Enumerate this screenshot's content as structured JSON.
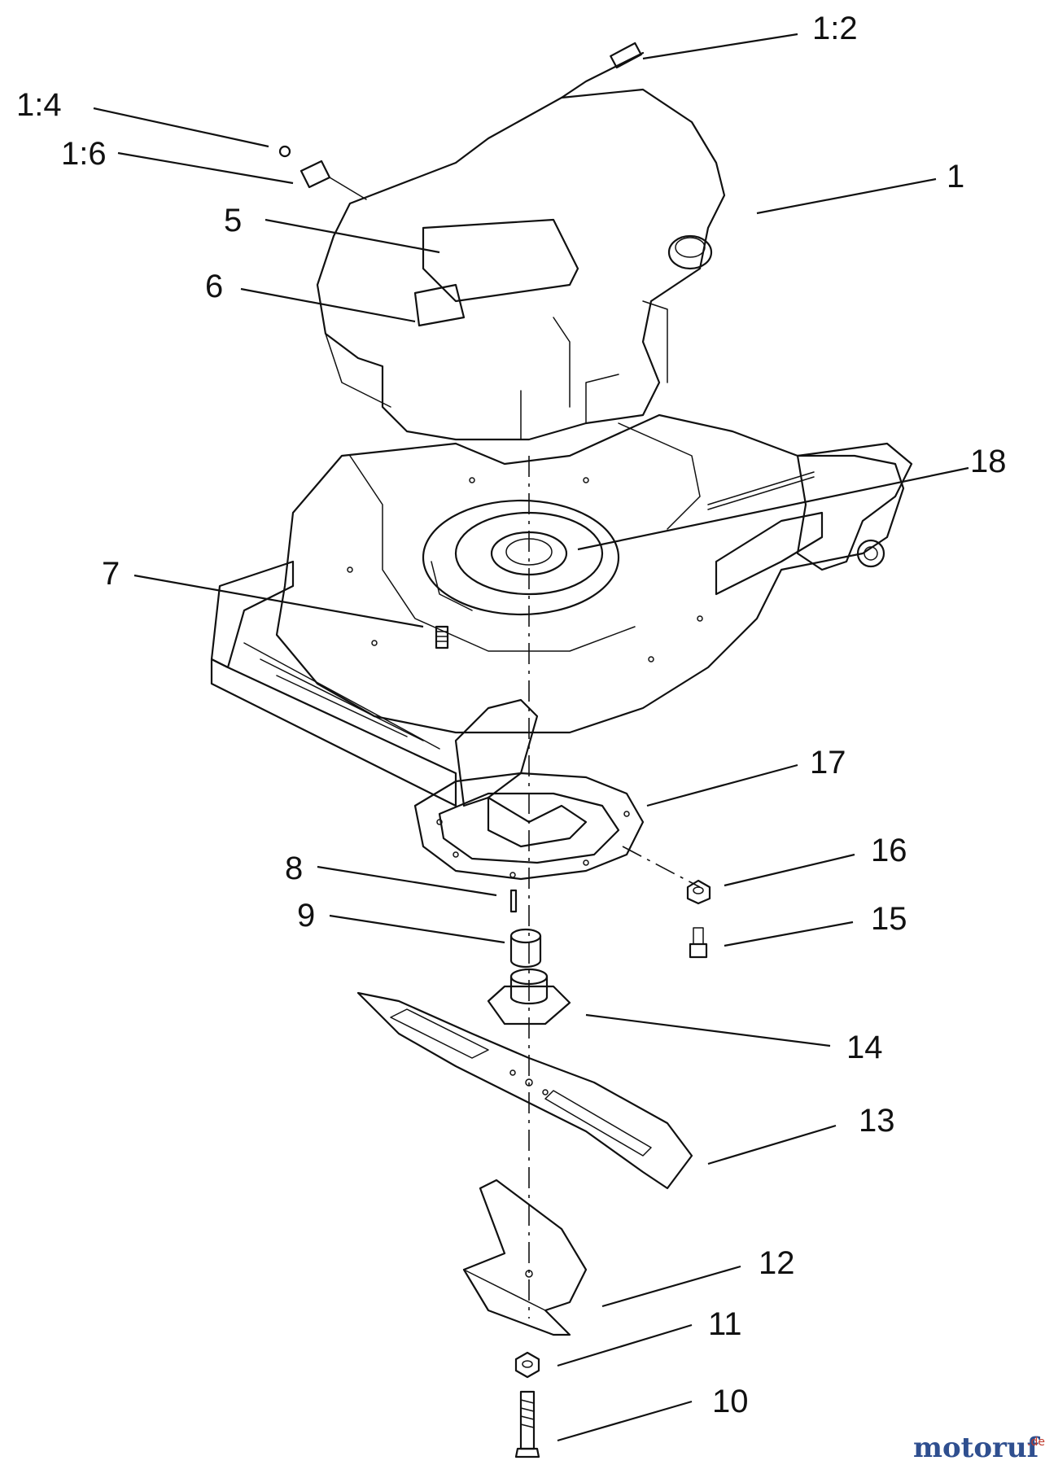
{
  "callouts": [
    {
      "id": "c-1-2",
      "label": "1:2"
    },
    {
      "id": "c-1-4",
      "label": "1:4"
    },
    {
      "id": "c-1-6",
      "label": "1:6"
    },
    {
      "id": "c-1",
      "label": "1"
    },
    {
      "id": "c-5",
      "label": "5"
    },
    {
      "id": "c-6",
      "label": "6"
    },
    {
      "id": "c-18",
      "label": "18"
    },
    {
      "id": "c-7",
      "label": "7"
    },
    {
      "id": "c-17",
      "label": "17"
    },
    {
      "id": "c-8",
      "label": "8"
    },
    {
      "id": "c-16",
      "label": "16"
    },
    {
      "id": "c-9",
      "label": "9"
    },
    {
      "id": "c-15",
      "label": "15"
    },
    {
      "id": "c-14",
      "label": "14"
    },
    {
      "id": "c-13",
      "label": "13"
    },
    {
      "id": "c-12",
      "label": "12"
    },
    {
      "id": "c-11",
      "label": "11"
    },
    {
      "id": "c-10",
      "label": "10"
    }
  ],
  "watermark": {
    "brand": "motoruf",
    "suffix": ".de",
    "color_primary": "#2f4f8f",
    "color_accent": "#c0392b"
  }
}
